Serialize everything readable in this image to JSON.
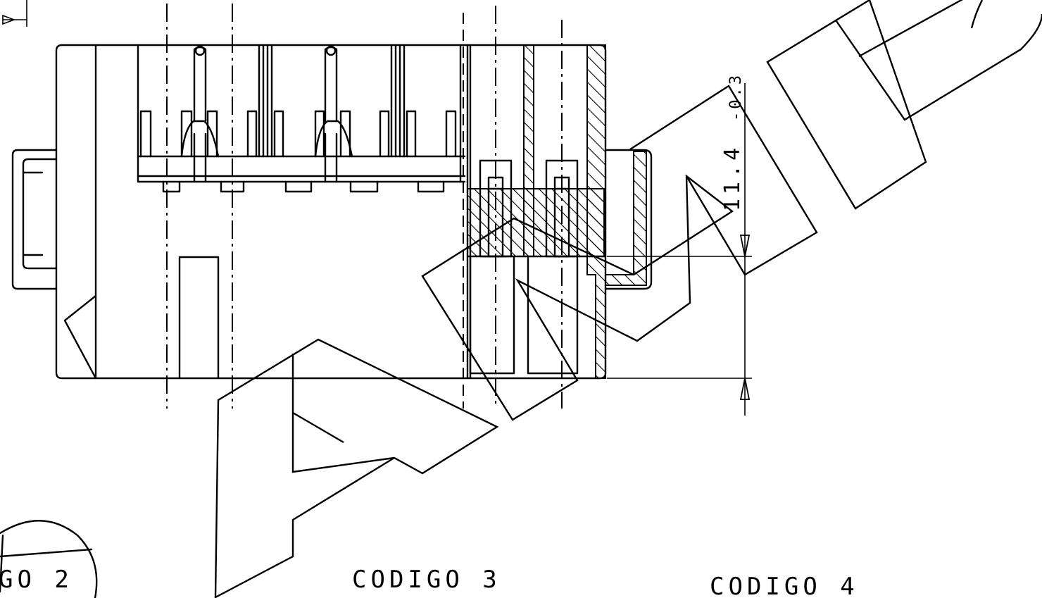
{
  "labels": {
    "codigo_2": "GO 2",
    "codigo_3": "CODIGO 3",
    "codigo_4": "CODIGO 4"
  },
  "dimension": {
    "value": "11.4",
    "tolerance": "-0.3"
  },
  "watermark": {
    "text": "AMP"
  }
}
